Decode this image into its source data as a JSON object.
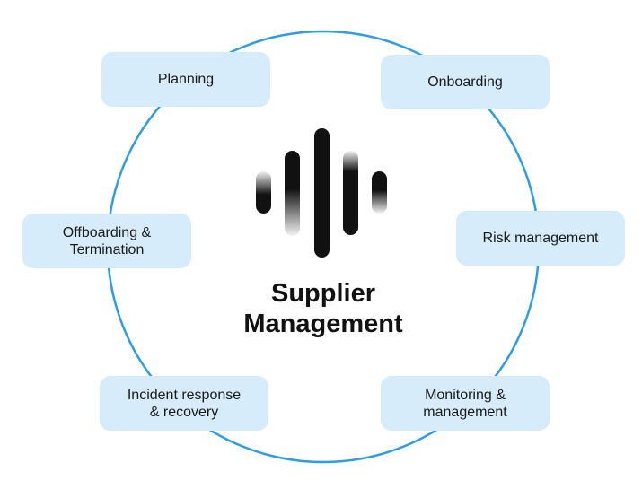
{
  "diagram": {
    "title_line1": "Supplier",
    "title_line2": "Management",
    "logo_icon": "bar-wave-logo-icon",
    "ring_color": "#2e9be6",
    "node_fill": "#d6ecfb",
    "nodes": [
      {
        "label": "Planning"
      },
      {
        "label": "Onboarding"
      },
      {
        "label": "Offboarding &\nTermination"
      },
      {
        "label": "Risk management"
      },
      {
        "label": "Incident response\n& recovery"
      },
      {
        "label": "Monitoring &\nmanagement"
      }
    ]
  }
}
